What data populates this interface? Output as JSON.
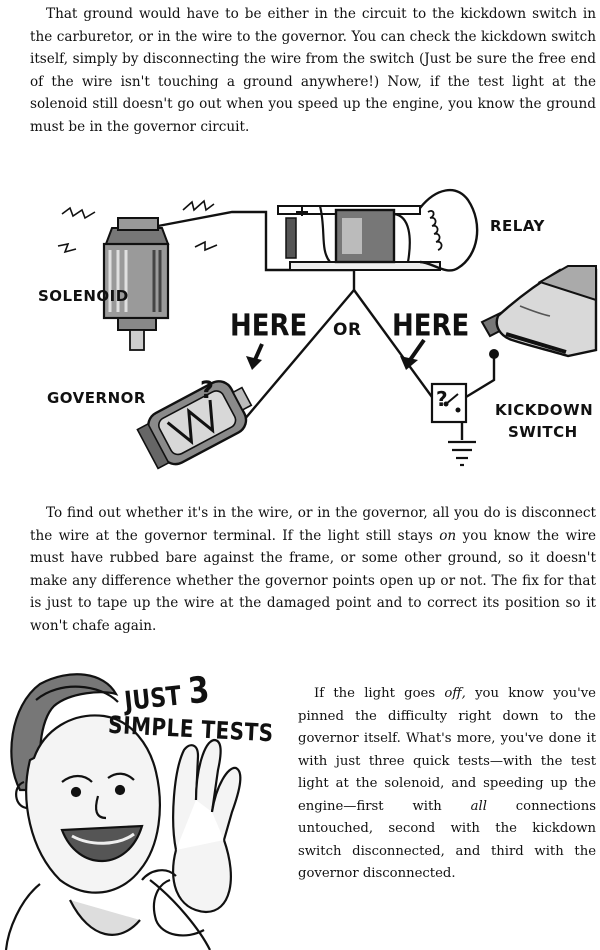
{
  "paragraphs": {
    "p1": "That ground would have to be either in the circuit to the kickdown switch in the carburetor, or in the wire to the governor. You can check the kickdown switch itself, simply by disconnecting the wire from the switch (Just be sure the free end of the wire isn't touching a ground anywhere!) Now, if the test light at the solenoid still doesn't go out when you speed up the engine, you know the ground must be in the governor circuit.",
    "p2": {
      "part1": "To find out whether it's in the wire, or in the governor, all you do is disconnect the wire at the governor terminal. If the light still stays ",
      "em1": "on",
      "part2": " you know the wire must have rubbed bare against the frame, or some other ground, so it doesn't make any difference whether the governor points open up or not. The fix for that is just to tape up the wire at the damaged point and to correct its position so it won't chafe again."
    },
    "p3": {
      "part1": "If the light goes ",
      "em1": "off,",
      "part2": " you know you've pinned the difficulty right down to the governor itself. What's more, you've done it with just three quick tests—with the test light at the solenoid, and speeding up the engine—first with ",
      "em2": "all",
      "part3": " connections untouched, second with the kickdown switch disconnected, and third with the governor disconnected."
    }
  },
  "diagram": {
    "relay": "RELAY",
    "solenoid": "SOLENOID",
    "here_left": "HERE",
    "or": "OR",
    "here_right": "HERE",
    "governor": "GOVERNOR",
    "kickdown_line1": "KICKDOWN",
    "kickdown_line2": "SWITCH",
    "question_mark": "?"
  },
  "cartoon": {
    "line1_a": "JUST ",
    "line1_b": "3",
    "line2": "SIMPLE TESTS"
  }
}
